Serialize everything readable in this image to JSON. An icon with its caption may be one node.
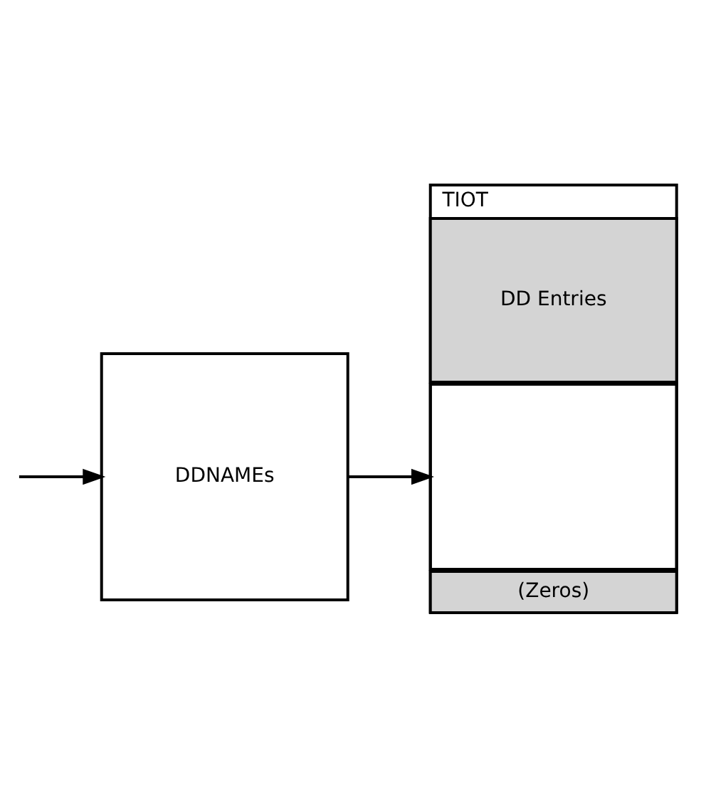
{
  "diagram": {
    "nodes": [
      {
        "text": [
          "TIOT"
        ]
      },
      {
        "text": [
          "DD Entries"
        ],
        "in": 0
      },
      {
        "text": [],
        "shape": "box",
        "in": 0
      },
      {
        "text": [
          "(Zeros)"
        ],
        "in": 0
      },
      {
        "text": [
          "DDNAMEs"
        ]
      }
    ],
    "edges": [
      {
        "from": 4,
        "to": 2,
        "arrow": "to"
      },
      {
        "from": null,
        "to": 4,
        "arrow": "to"
      }
    ]
  }
}
